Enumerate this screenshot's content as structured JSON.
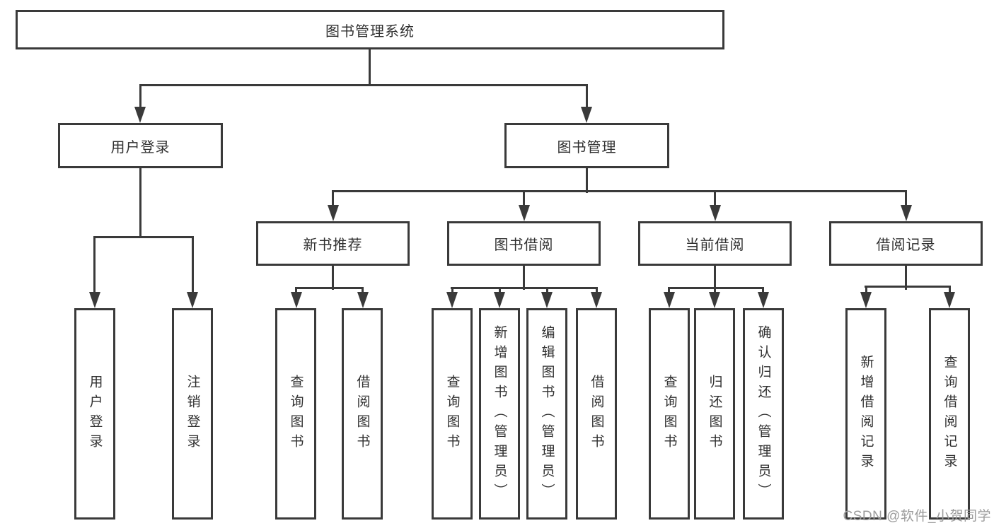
{
  "diagram": {
    "root": {
      "label": "图书管理系统"
    },
    "branches": [
      {
        "label": "用户登录",
        "children": [
          {
            "label": "用户登录"
          },
          {
            "label": "注销登录"
          }
        ]
      },
      {
        "label": "图书管理",
        "children": [
          {
            "label": "新书推荐",
            "children": [
              {
                "label": "查询图书"
              },
              {
                "label": "借阅图书"
              }
            ]
          },
          {
            "label": "图书借阅",
            "children": [
              {
                "label": "查询图书"
              },
              {
                "label": "新增图书（管理员）"
              },
              {
                "label": "编辑图书（管理员）"
              },
              {
                "label": "借阅图书"
              }
            ]
          },
          {
            "label": "当前借阅",
            "children": [
              {
                "label": "查询图书"
              },
              {
                "label": "归还图书"
              },
              {
                "label": "确认归还（管理员）"
              }
            ]
          },
          {
            "label": "借阅记录",
            "children": [
              {
                "label": "新增借阅记录"
              },
              {
                "label": "查询借阅记录"
              }
            ]
          }
        ]
      }
    ]
  },
  "watermark": "CSDN @软件_小贺同学",
  "colors": {
    "line": "#3a3a3a",
    "text": "#303030",
    "node_fill": "#ffffff",
    "background": "#ffffff",
    "watermark": "#9c9c9c"
  }
}
